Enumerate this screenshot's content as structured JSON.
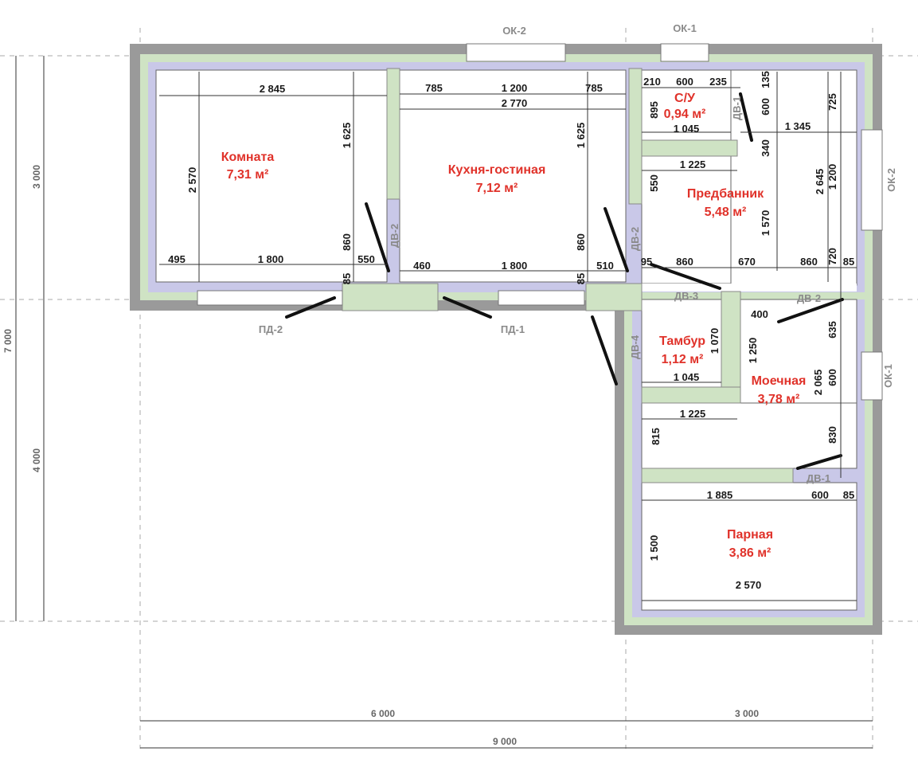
{
  "rooms": {
    "komnata": {
      "name": "Комната",
      "area": "7,31 м²"
    },
    "kukhnya": {
      "name": "Кухня-гостиная",
      "area": "7,12 м²"
    },
    "su": {
      "name": "С/У",
      "area": "0,94 м²"
    },
    "predbannik": {
      "name": "Предбанник",
      "area": "5,48 м²"
    },
    "tambur": {
      "name": "Тамбур",
      "area": "1,12 м²"
    },
    "moechnaya": {
      "name": "Моечная",
      "area": "3,78 м²"
    },
    "parnaya": {
      "name": "Парная",
      "area": "3,86 м²"
    }
  },
  "openings": {
    "ok2_top": "ОК-2",
    "ok1_top": "ОК-1",
    "ok2_right": "ОК-2",
    "ok1_right": "ОК-1",
    "pd2": "ПД-2",
    "pd1": "ПД-1",
    "dv2_a": "ДВ-2",
    "dv2_b": "ДВ-2",
    "dv2_c": "ДВ-2",
    "dv1_a": "ДВ-1",
    "dv1_b": "ДВ-1",
    "dv3": "ДВ-3",
    "dv4": "ДВ-4"
  },
  "dims": {
    "d2845": "2 845",
    "d785a": "785",
    "d1200a": "1 200",
    "d785b": "785",
    "d2770": "2 770",
    "d210": "210",
    "d600a": "600",
    "d235": "235",
    "d135": "135",
    "d725": "725",
    "d895": "895",
    "d1045a": "1 045",
    "d600b": "600",
    "d1345": "1 345",
    "d1625a": "1 625",
    "d1625b": "1 625",
    "d2570a": "2 570",
    "d340": "340",
    "d1225a": "1 225",
    "d550a": "550",
    "d2645": "2 645",
    "d1200b": "1 200",
    "d1570": "1 570",
    "d860a": "860",
    "d860b": "860",
    "d495": "495",
    "d1800a": "1 800",
    "d550b": "550",
    "d460": "460",
    "d1800b": "1 800",
    "d510": "510",
    "d85a": "85",
    "d85b": "85",
    "d95": "95",
    "d860c": "860",
    "d670": "670",
    "d860d": "860",
    "d720": "720",
    "d85c": "85",
    "d400": "400",
    "d635": "635",
    "d1070": "1 070",
    "d1250": "1 250",
    "d1045b": "1 045",
    "d2065": "2 065",
    "d600c": "600",
    "d1225b": "1 225",
    "d815": "815",
    "d830": "830",
    "d1885": "1 885",
    "d600d": "600",
    "d85d": "85",
    "d1500": "1 500",
    "d2570b": "2 570",
    "d3000v": "3 000",
    "d7000v": "7 000",
    "d4000v": "4 000",
    "d6000h": "6 000",
    "d3000h": "3 000",
    "d9000h": "9 000"
  },
  "colors": {
    "wall_outer": "#9a9a9a",
    "wall_green": "#cfe3c4",
    "wall_lilac": "#c9c8e8",
    "room_text": "#e0322a",
    "door_line": "#111111",
    "label_gray": "#8a8a8a"
  }
}
